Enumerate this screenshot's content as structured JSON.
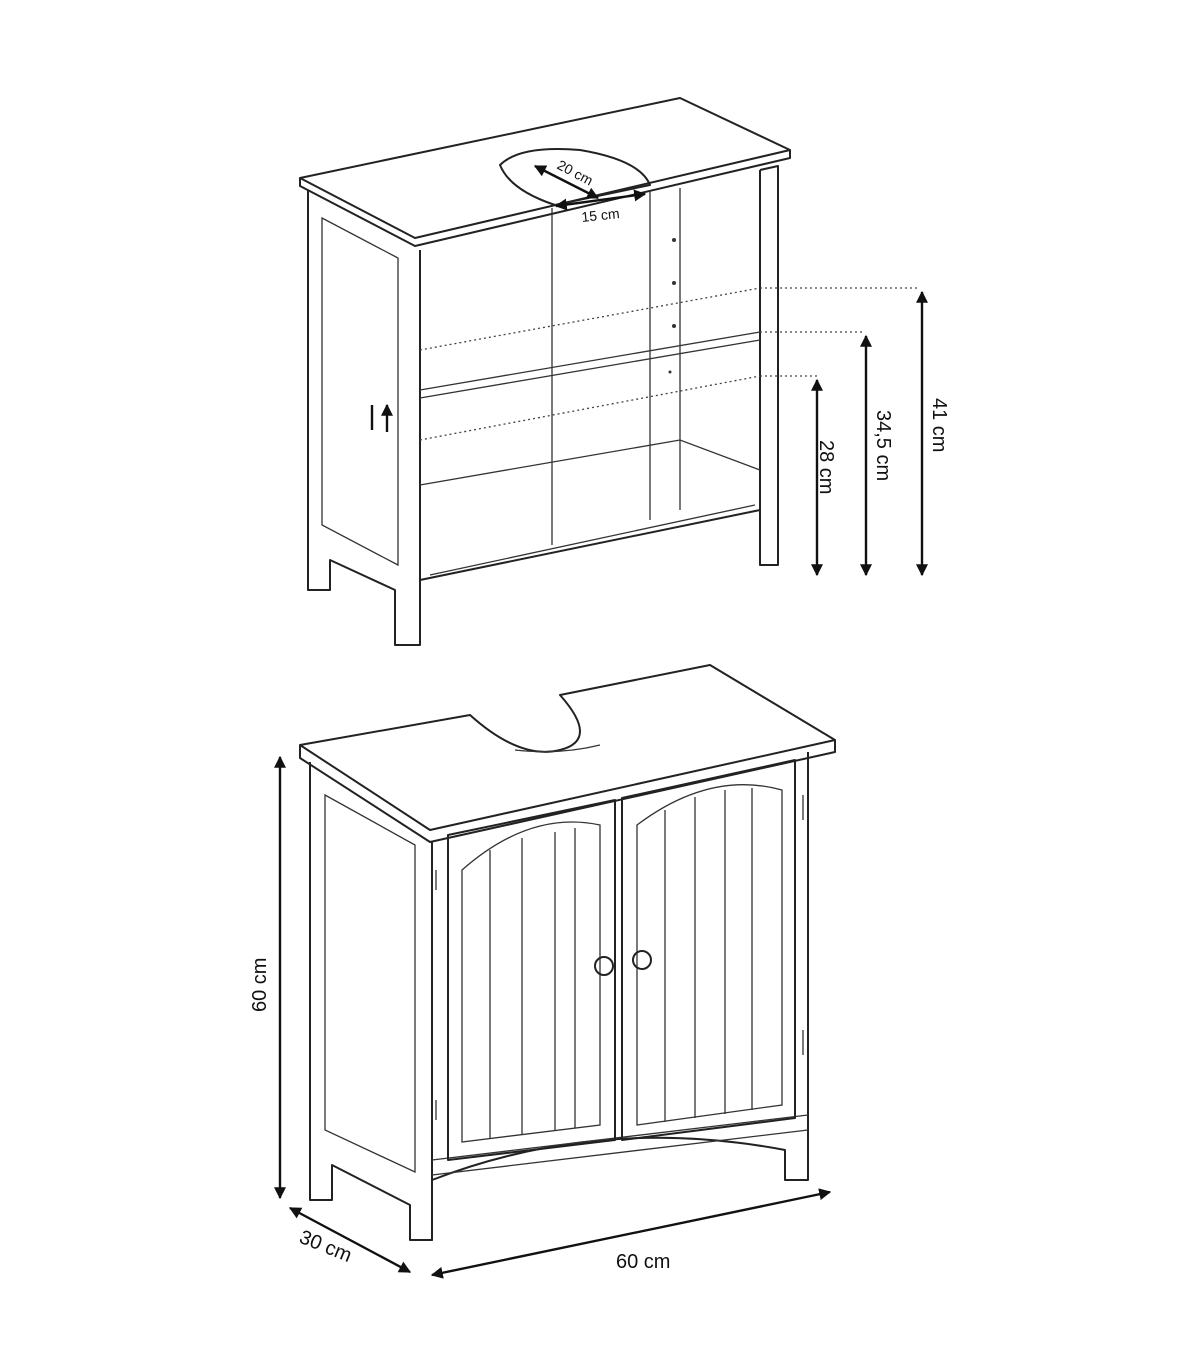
{
  "diagram": {
    "top_view": {
      "cutout_depth": "20 cm",
      "cutout_width": "15 cm",
      "shelf_heights": [
        "41 cm",
        "34,5 cm",
        "28 cm"
      ]
    },
    "front_view": {
      "height": "60 cm",
      "depth": "30 cm",
      "width": "60 cm"
    },
    "colors": {
      "line": "#222222",
      "background": "#ffffff"
    }
  }
}
